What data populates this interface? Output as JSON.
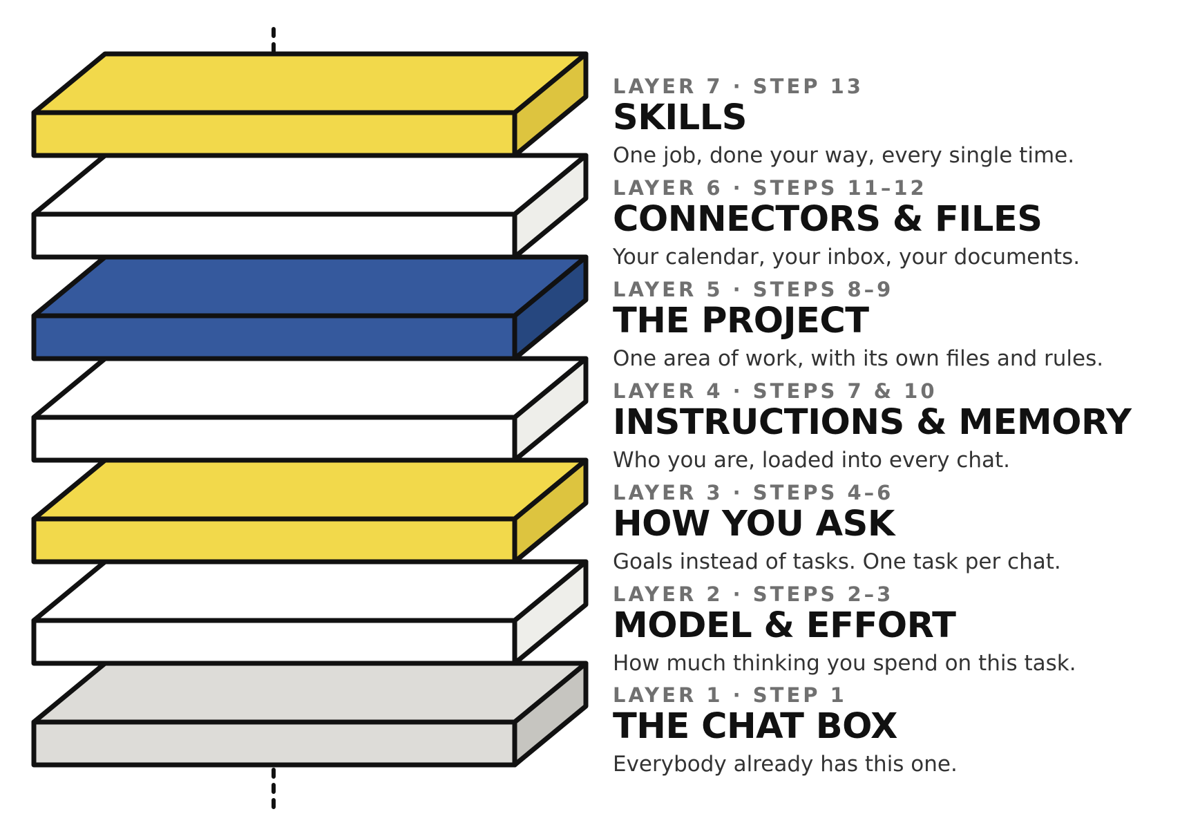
{
  "colors": {
    "outline": "#111111",
    "yellow_face": "#f2d94b",
    "yellow_side": "#ddc43f",
    "white_face": "#ffffff",
    "white_side": "#eeeeea",
    "blue_face": "#35599d",
    "blue_side": "#26477f",
    "gray_face": "#dddcd8",
    "gray_side": "#c6c5c0",
    "kicker_text": "#707070",
    "title_text": "#111111",
    "desc_text": "#333333"
  },
  "layers": [
    {
      "kicker": "LAYER 7 · STEP 13",
      "title": "SKILLS",
      "desc": "One job, done your way, every single time.",
      "face_color": "#f2d94b",
      "side_color": "#ddc43f"
    },
    {
      "kicker": "LAYER 6 · STEPS 11–12",
      "title": "CONNECTORS & FILES",
      "desc": "Your calendar, your inbox, your documents.",
      "face_color": "#ffffff",
      "side_color": "#eeeeea"
    },
    {
      "kicker": "LAYER 5 · STEPS 8–9",
      "title": "THE PROJECT",
      "desc": "One area of work, with its own files and rules.",
      "face_color": "#35599d",
      "side_color": "#26477f"
    },
    {
      "kicker": "LAYER 4 · STEPS 7 & 10",
      "title": "INSTRUCTIONS & MEMORY",
      "desc": "Who you are, loaded into every chat.",
      "face_color": "#ffffff",
      "side_color": "#eeeeea"
    },
    {
      "kicker": "LAYER 3 · STEPS 4–6",
      "title": "HOW YOU ASK",
      "desc": "Goals instead of tasks. One task per chat.",
      "face_color": "#f2d94b",
      "side_color": "#ddc43f"
    },
    {
      "kicker": "LAYER 2 · STEPS 2–3",
      "title": "MODEL & EFFORT",
      "desc": "How much thinking you spend on this task.",
      "face_color": "#ffffff",
      "side_color": "#eeeeea"
    },
    {
      "kicker": "LAYER 1 · STEP 1",
      "title": "THE CHAT BOX",
      "desc": "Everybody already has this one.",
      "face_color": "#dddcd8",
      "side_color": "#c6c5c0"
    }
  ]
}
